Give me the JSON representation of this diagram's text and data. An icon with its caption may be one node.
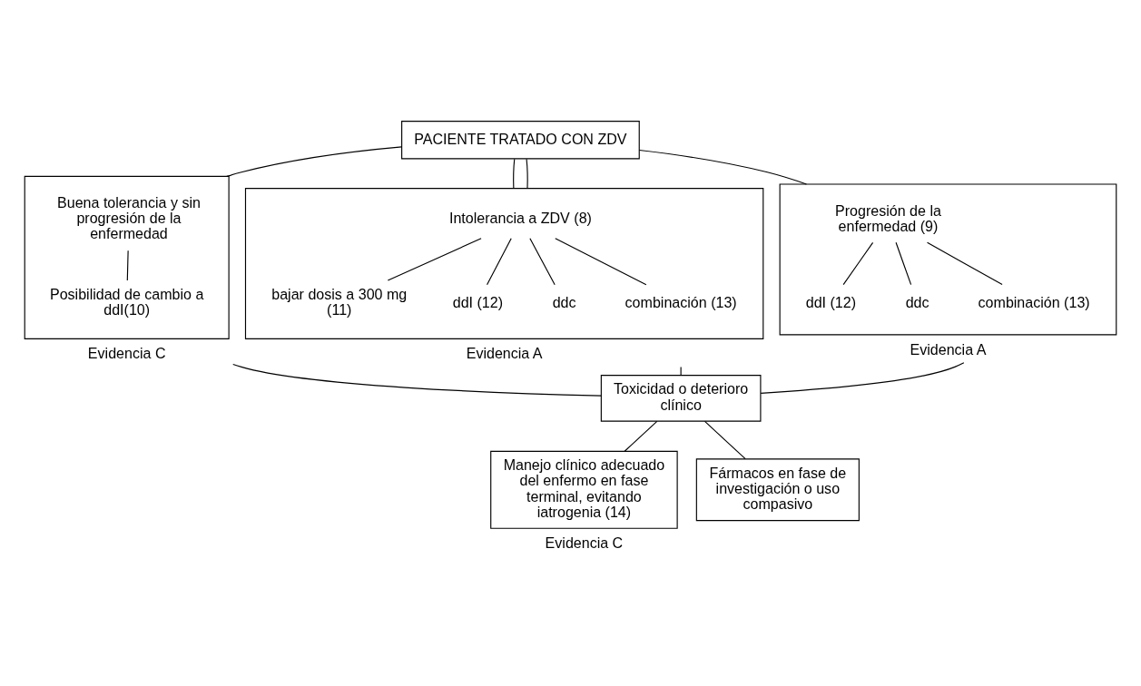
{
  "diagram": {
    "nodes": [
      {
        "text": [
          "PACIENTE TRATADO CON ZDV"
        ]
      },
      {
        "text": [],
        "shape": "box",
        "beside": [
          "Evidencia C"
        ]
      },
      {
        "text": [
          "Buena tolerancia y sin progresión de la enfermedad"
        ],
        "in": 1
      },
      {
        "text": [
          "Posibilidad de cambio a ddI(10)"
        ],
        "in": 1
      },
      {
        "text": [],
        "shape": "box",
        "beside": [
          "Evidencia A"
        ]
      },
      {
        "text": [
          "Intolerancia a ZDV (8)"
        ],
        "in": 4
      },
      {
        "text": [
          "bajar dosis a 300 mg (11)"
        ],
        "in": 4
      },
      {
        "text": [
          "ddI (12)"
        ],
        "in": 4
      },
      {
        "text": [
          "ddc"
        ],
        "in": 4
      },
      {
        "text": [
          "combinación (13)"
        ],
        "in": 4
      },
      {
        "text": [],
        "shape": "box",
        "beside": [
          "Evidencia A"
        ]
      },
      {
        "text": [
          "Progresión de la enfermedad (9)"
        ],
        "in": 10
      },
      {
        "text": [
          "ddI (12)"
        ],
        "in": 10
      },
      {
        "text": [
          "ddc"
        ],
        "in": 10
      },
      {
        "text": [
          "combinación (13)"
        ],
        "in": 10
      },
      {
        "text": [
          "Toxicidad o deterioro clínico"
        ]
      },
      {
        "text": [
          "Manejo clínico adecuado del enfermo en fase terminal, evitando iatrogenia (14)"
        ],
        "beside": [
          "Evidencia C"
        ]
      },
      {
        "text": [
          "Fármacos en fase de investigación o uso compasivo"
        ]
      }
    ],
    "edges": [
      {
        "from": 0,
        "to": 1,
        "arrow": "none"
      },
      {
        "from": 0,
        "to": 4,
        "arrow": "none"
      },
      {
        "from": 0,
        "to": 4,
        "arrow": "none"
      },
      {
        "from": 0,
        "to": 10,
        "arrow": "none"
      },
      {
        "from": 2,
        "to": 3,
        "arrow": "none"
      },
      {
        "from": 5,
        "to": 6,
        "arrow": "none"
      },
      {
        "from": 5,
        "to": 7,
        "arrow": "none"
      },
      {
        "from": 5,
        "to": 8,
        "arrow": "none"
      },
      {
        "from": 5,
        "to": 9,
        "arrow": "none"
      },
      {
        "from": 11,
        "to": 12,
        "arrow": "none"
      },
      {
        "from": 11,
        "to": 13,
        "arrow": "none"
      },
      {
        "from": 11,
        "to": 14,
        "arrow": "none"
      },
      {
        "from": 1,
        "to": 15,
        "arrow": "none"
      },
      {
        "from": 4,
        "to": 15,
        "arrow": "none"
      },
      {
        "from": 10,
        "to": 15,
        "arrow": "none"
      },
      {
        "from": 15,
        "to": 16,
        "arrow": "none"
      },
      {
        "from": 15,
        "to": 17,
        "arrow": "none"
      }
    ]
  }
}
